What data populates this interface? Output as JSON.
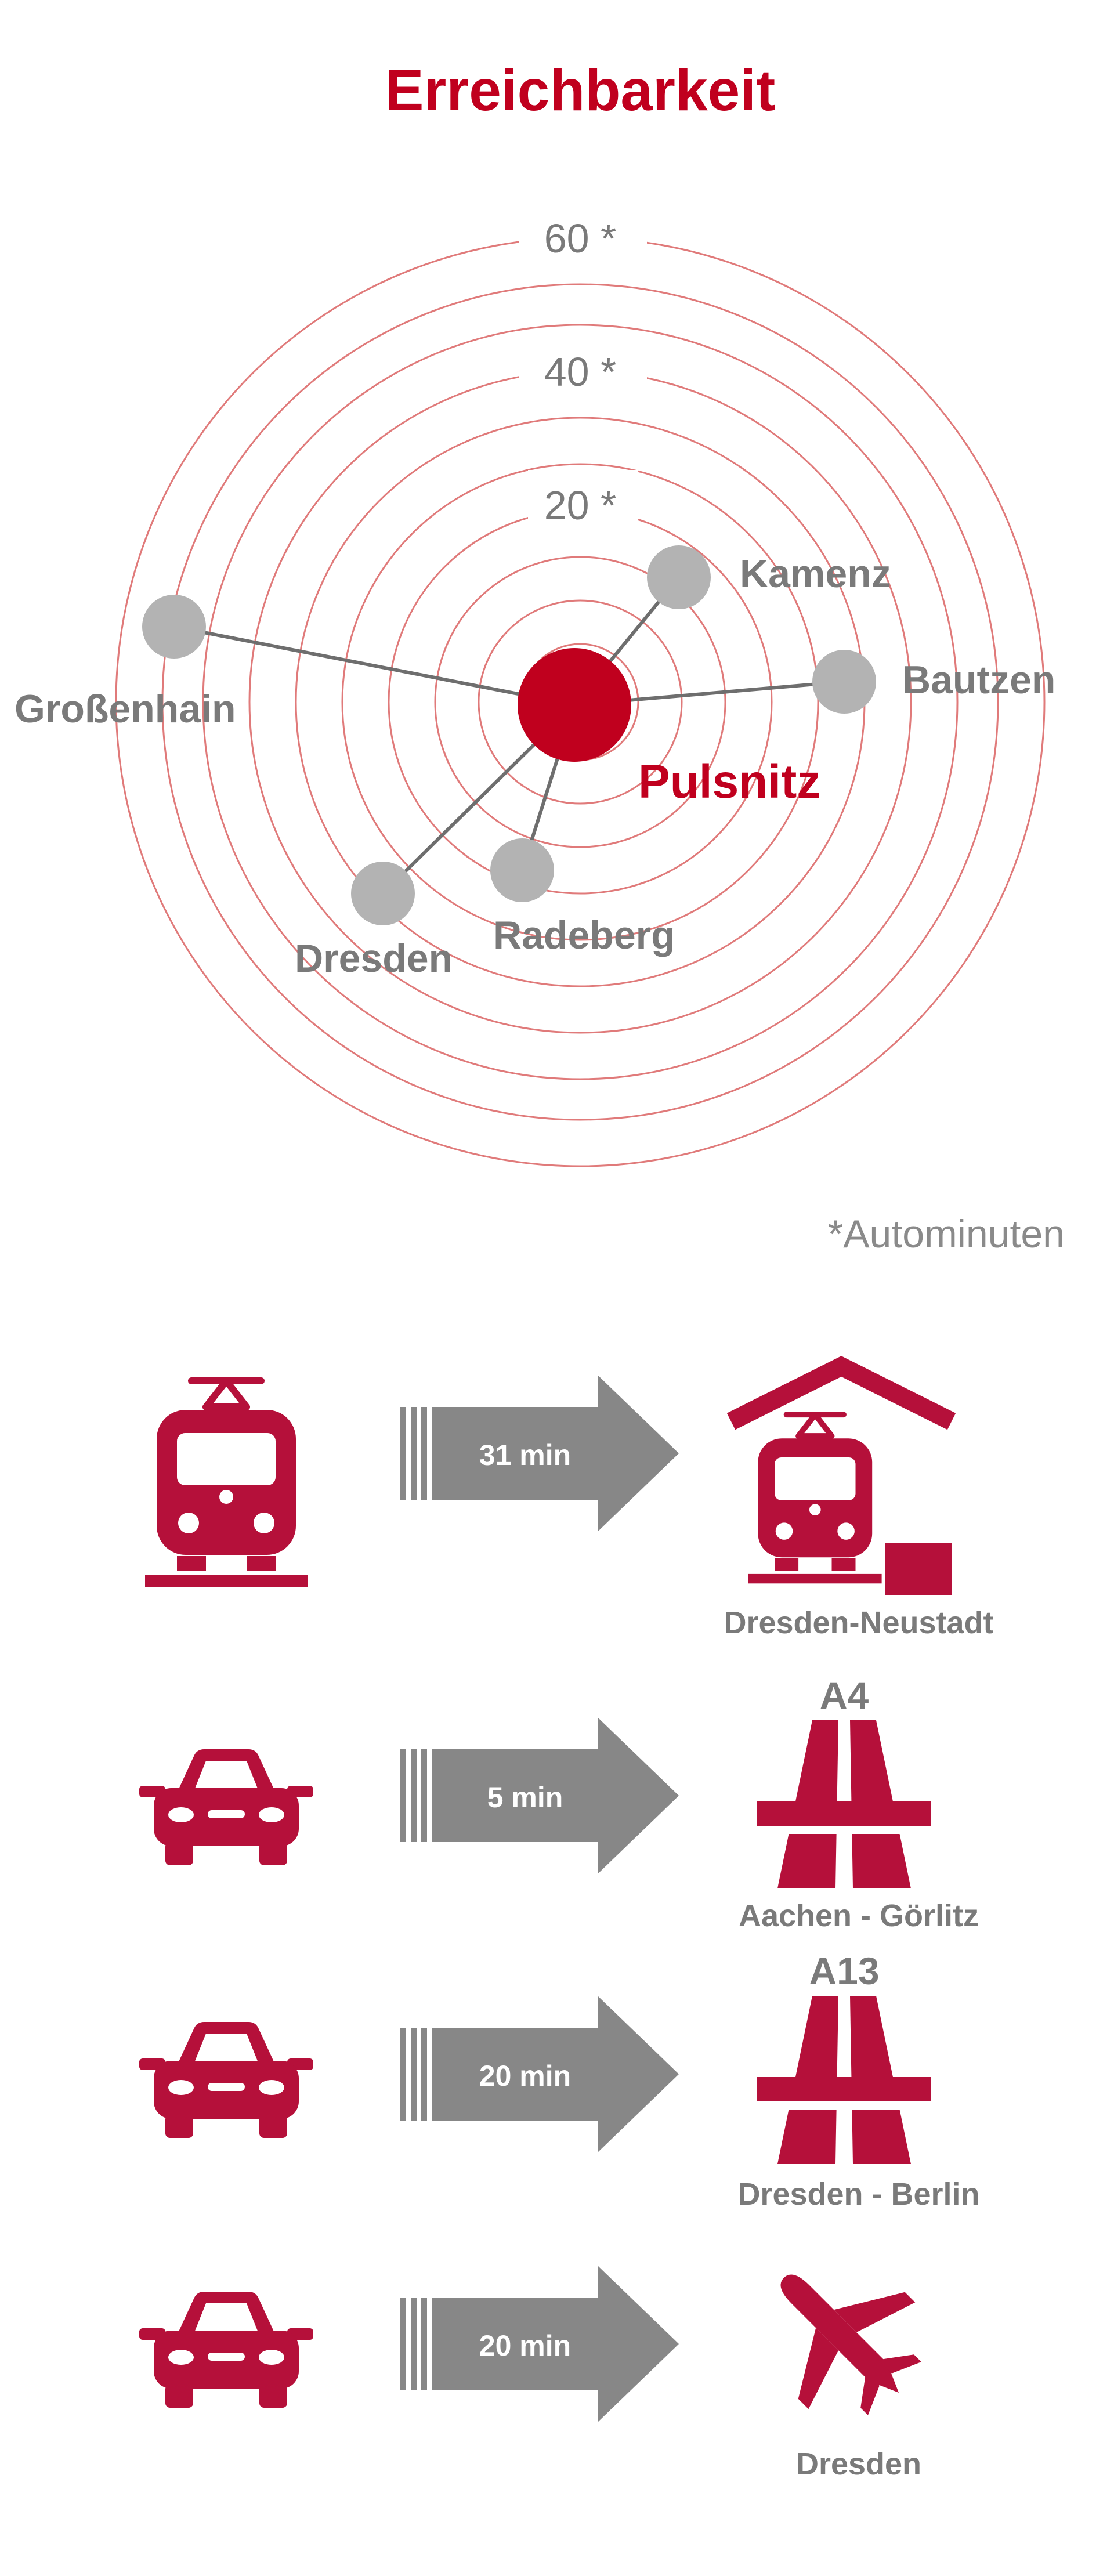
{
  "title": "Erreichbarkeit",
  "colors": {
    "accent": "#c0001e",
    "ring": "#e07a7a",
    "icon": "#b5103a",
    "node_gray": "#b3b3b3",
    "line_gray": "#6e6e6e",
    "label_gray": "#7a7a7a",
    "arrow_gray": "#878787"
  },
  "ring_labels": [
    "60 *",
    "40 *",
    "20 *"
  ],
  "center": {
    "label": "Pulsnitz"
  },
  "cities": [
    {
      "label": "Kamenz"
    },
    {
      "label": "Bautzen"
    },
    {
      "label": "Großenhain"
    },
    {
      "label": "Radeberg"
    },
    {
      "label": "Dresden"
    }
  ],
  "footnote": "*Autominuten",
  "connections": [
    {
      "origin_icon": "train-icon",
      "duration": "31 min",
      "destination_icon": "train-station-icon",
      "destination_label": "Dresden-Neustadt",
      "destination_title": ""
    },
    {
      "origin_icon": "car-icon",
      "duration": "5 min",
      "destination_icon": "highway-icon",
      "destination_label": "Aachen - Görlitz",
      "destination_title": "A4"
    },
    {
      "origin_icon": "car-icon",
      "duration": "20 min",
      "destination_icon": "highway-icon",
      "destination_label": "Dresden - Berlin",
      "destination_title": "A13"
    },
    {
      "origin_icon": "car-icon",
      "duration": "20 min",
      "destination_icon": "airplane-icon",
      "destination_label": "Dresden",
      "destination_title": ""
    }
  ]
}
